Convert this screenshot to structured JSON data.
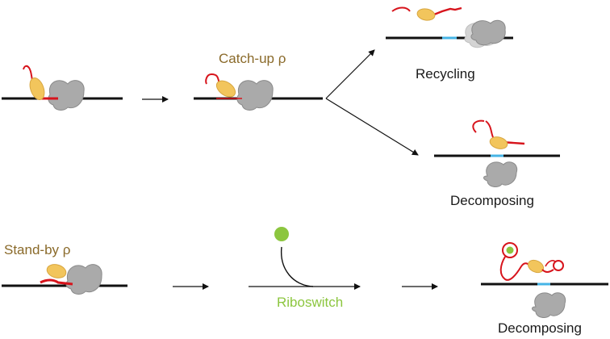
{
  "labels": {
    "catch_up": "Catch-up ρ",
    "recycling": "Recycling",
    "decomposing_top": "Decomposing",
    "stand_by": "Stand-by ρ",
    "riboswitch": "Riboswitch",
    "decomposing_bottom": "Decomposing"
  },
  "colors": {
    "strand": "#111111",
    "ribosome": "#aaaaaa",
    "ribosome_outline": "#8a8a8a",
    "rho": "#f2c55c",
    "rho_outline": "#d8a640",
    "rna": "#d7141c",
    "blue_site": "#46b4e6",
    "ligand": "#8cc63f",
    "label_brown": "#8a6a2a",
    "label_green": "#8cc63f"
  },
  "icons": [
    "ribosome-icon",
    "rho-factor-icon",
    "rna-strand-icon",
    "ligand-icon",
    "arrow-icon"
  ]
}
